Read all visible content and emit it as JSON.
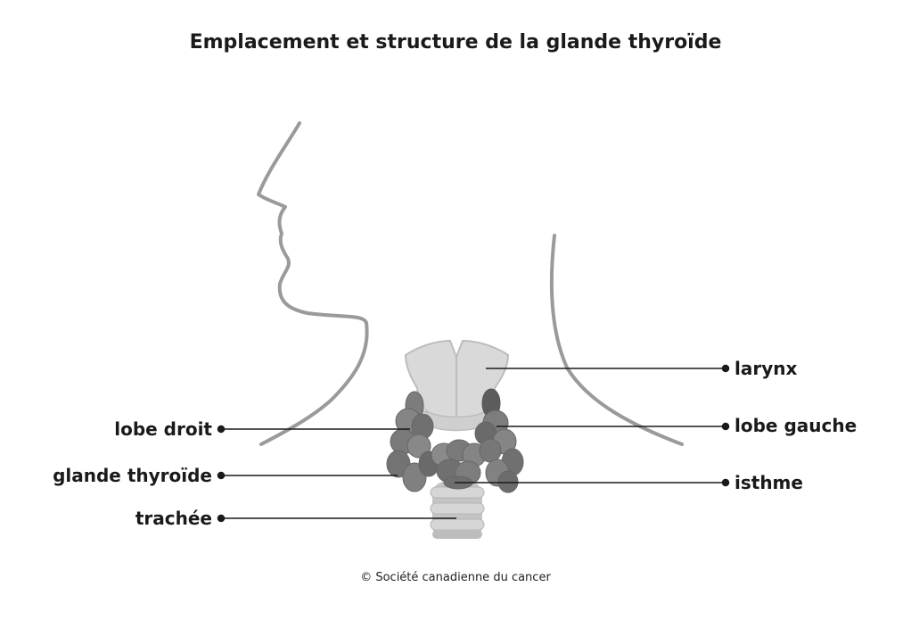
{
  "title": "Emplacement et structure de la glande thyroïde",
  "labels": {
    "larynx": "larynx",
    "lobe_gauche": "lobe gauche",
    "isthme": "isthme",
    "lobe_droit": "lobe droit",
    "glande_thyroide": "glande thyroïde",
    "trachee": "trachée"
  },
  "credit": "© Société canadienne du cancer",
  "colors": {
    "outline": "#9a9a9a",
    "larynx_fill": "#d9d9d9",
    "larynx_stroke": "#bdbdbd",
    "thyroid_fill": "#7d7d7d",
    "thyroid_dark": "#5c5c5c",
    "trachea_fill": "#cfcfcf",
    "leader": "#1a1a1a"
  }
}
